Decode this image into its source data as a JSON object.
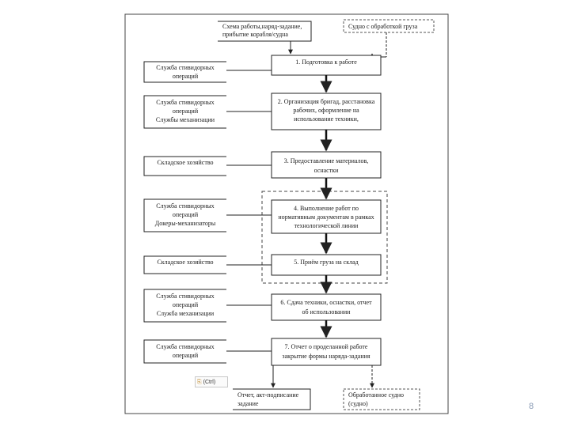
{
  "page_number": "8",
  "paste_button_label": "(Ctrl)",
  "colors": {
    "line": "#222222",
    "frame": "#444444",
    "page_number": "#8a9bb5"
  },
  "top_inputs": {
    "work_scheme": [
      "Схема работы,наряд-задание,",
      "прибытие корабля/судна"
    ],
    "ship_vessel": "Судно с обработкой груза"
  },
  "steps": [
    {
      "id": "step-1",
      "lines": [
        "1. Подготовка к работе"
      ]
    },
    {
      "id": "step-2",
      "lines": [
        "2. Организация бригад, расстановка",
        "рабочих, оформление на",
        "использование техники,"
      ]
    },
    {
      "id": "step-3",
      "lines": [
        "3. Предоставление материалов,",
        "оснастки"
      ]
    },
    {
      "id": "step-4",
      "lines": [
        "4. Выполнение работ по",
        "нормативным документам в рамках",
        "технологической линии"
      ]
    },
    {
      "id": "step-5",
      "lines": [
        "5. Приём груза на склад"
      ]
    },
    {
      "id": "step-6",
      "lines": [
        "6. Сдача техники, оснастки, отчет",
        "об использовании"
      ]
    },
    {
      "id": "step-7",
      "lines": [
        "7. Отчет о проделанной работе",
        "закрытие формы наряда-задания"
      ]
    }
  ],
  "participants": [
    {
      "id": "p-1",
      "lines": [
        "Служба стивидорных",
        "операций"
      ]
    },
    {
      "id": "p-2",
      "lines": [
        "Служба стивидорных",
        "операций",
        "Службы механизации"
      ]
    },
    {
      "id": "p-3",
      "lines": [
        "Складское хозяйство"
      ]
    },
    {
      "id": "p-4",
      "lines": [
        "Служба стивидорных",
        "операций",
        "Докеры-механизаторы"
      ]
    },
    {
      "id": "p-5",
      "lines": [
        "Складское хозяйство"
      ]
    },
    {
      "id": "p-6",
      "lines": [
        "Служба стивидорных",
        "операций",
        "Служба механизации"
      ]
    },
    {
      "id": "p-7",
      "lines": [
        "Служба стивидорных",
        "операций"
      ]
    }
  ],
  "outputs": {
    "report": [
      "Отчет, акт-подписание",
      "задание"
    ],
    "processed_vessel": [
      "Обработанное судно",
      "(судно)"
    ]
  }
}
